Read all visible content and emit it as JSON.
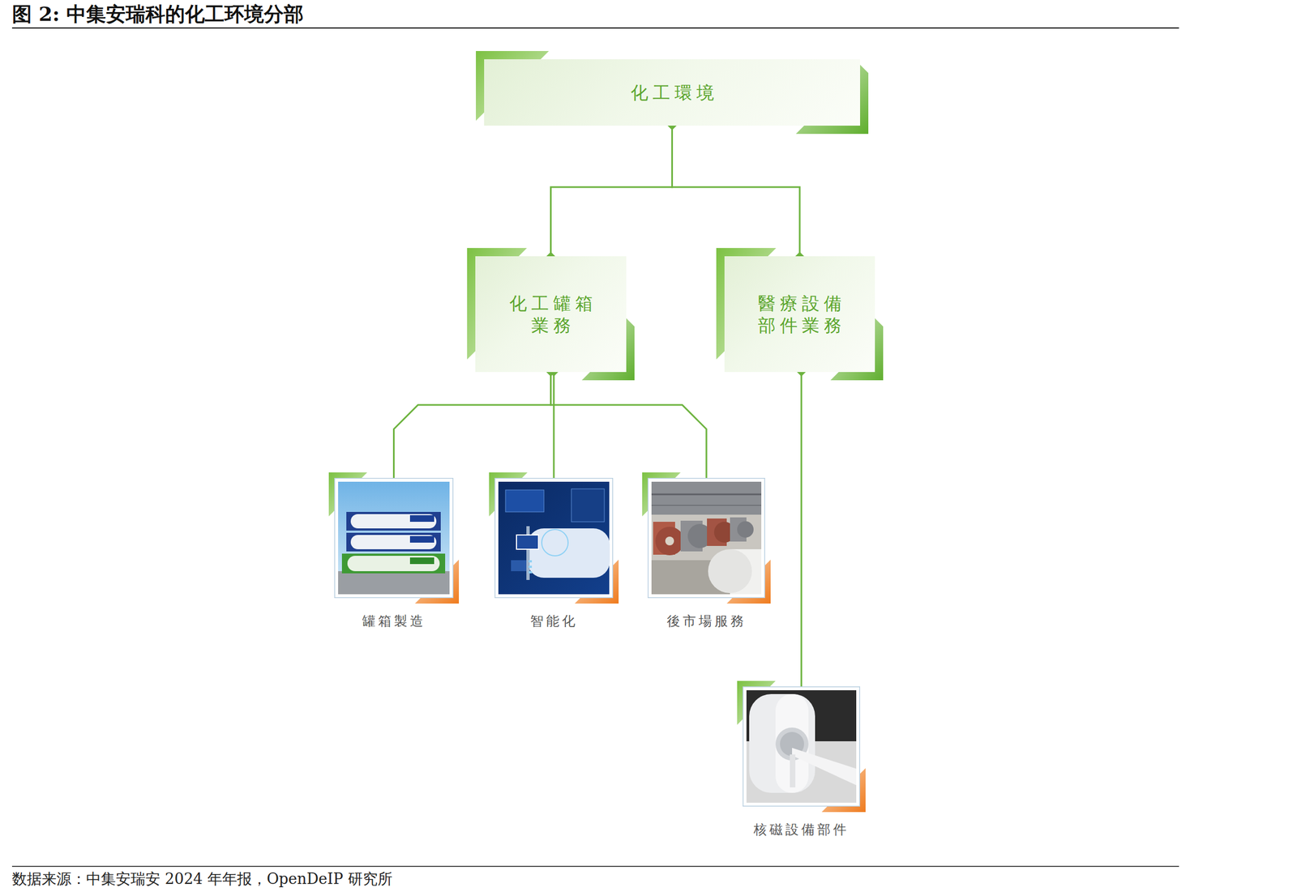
{
  "diagram": {
    "title": "图 2:  中集安瑞科的化工环境分部",
    "caption": "数据来源：中集安瑞安 2024 年年报，OpenDeIP 研究所",
    "nodes": [
      {
        "text": [
          "化工環境"
        ]
      },
      {
        "text": [
          "化工罐箱 業務"
        ]
      },
      {
        "text": [
          "醫療設備 部件業務"
        ]
      },
      {
        "text": [
          "罐箱製造"
        ]
      },
      {
        "text": [
          "智能化"
        ]
      },
      {
        "text": [
          "後市場服務"
        ]
      },
      {
        "text": [
          "核磁設備部件"
        ]
      }
    ],
    "edges": [
      {
        "from": 0,
        "to": 1,
        "arrow": "none"
      },
      {
        "from": 0,
        "to": 2,
        "arrow": "none"
      },
      {
        "from": 1,
        "to": 3,
        "arrow": "none"
      },
      {
        "from": 1,
        "to": 4,
        "arrow": "none"
      },
      {
        "from": 1,
        "to": 5,
        "arrow": "none"
      },
      {
        "from": 2,
        "to": 6,
        "arrow": "none"
      }
    ]
  }
}
